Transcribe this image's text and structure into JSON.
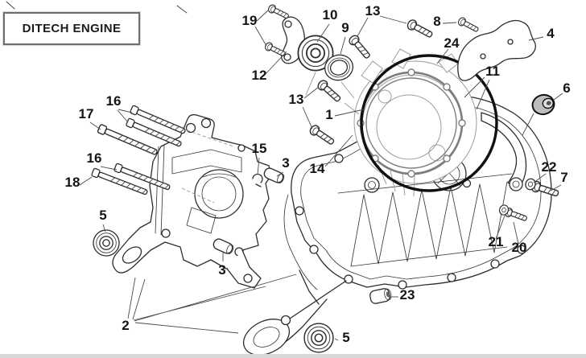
{
  "title_box": {
    "label": "DITECH ENGINE"
  },
  "colors": {
    "background": "#ffffff",
    "line": "#2d2d2d",
    "leader": "#4a4a4a",
    "cover_lineart": "#9c9c9c",
    "gasket_plate": "#7d7d7d",
    "o_ring": "#111111",
    "bottom_strip": "#d8d8d8"
  },
  "diagram": {
    "type": "exploded-parts-diagram",
    "subject": "engine crankcase"
  },
  "callouts": [
    {
      "label": "19"
    },
    {
      "label": "10"
    },
    {
      "label": "9"
    },
    {
      "label": "13"
    },
    {
      "label": "8"
    },
    {
      "label": "4"
    },
    {
      "label": "24"
    },
    {
      "label": "11"
    },
    {
      "label": "6"
    },
    {
      "label": "12"
    },
    {
      "label": "13"
    },
    {
      "label": "1"
    },
    {
      "label": "17"
    },
    {
      "label": "16"
    },
    {
      "label": "16"
    },
    {
      "label": "18"
    },
    {
      "label": "15"
    },
    {
      "label": "3"
    },
    {
      "label": "14"
    },
    {
      "label": "5"
    },
    {
      "label": "22"
    },
    {
      "label": "7"
    },
    {
      "label": "21"
    },
    {
      "label": "20"
    },
    {
      "label": "3"
    },
    {
      "label": "23"
    },
    {
      "label": "2"
    },
    {
      "label": "5"
    }
  ]
}
